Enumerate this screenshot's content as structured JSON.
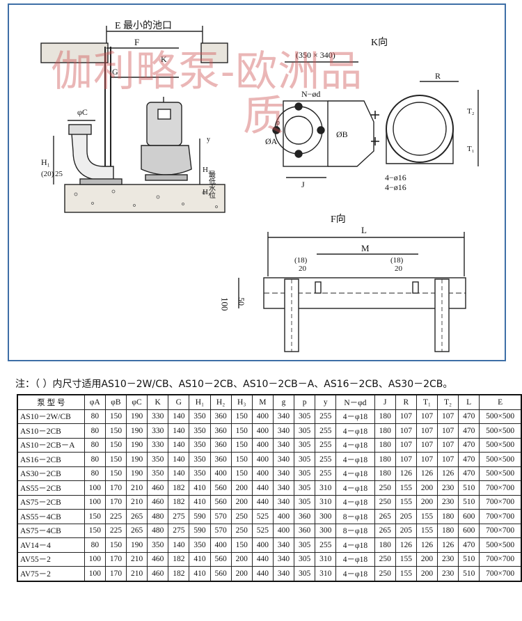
{
  "watermark": {
    "line1": "伽利略泵-欧洲品",
    "line2": "质"
  },
  "drawing": {
    "labels": {
      "e_min_pool": "E 最小的池口",
      "f": "F",
      "k": "K",
      "g": "G",
      "phi_c": "φC",
      "phi_a": "ØA",
      "phi_b": "ØB",
      "h1": "H₁",
      "h2": "H₂",
      "h3": "H₃",
      "twenty_paren": "(20)",
      "twenty_five": "25",
      "min_water": "最低水位",
      "y": "y",
      "p": "p",
      "k_view": "K向",
      "size_350_340": "(350 × 340)",
      "n_phi_d": "N−ød",
      "r": "R",
      "t1": "T₁",
      "t2": "T₂",
      "j": "J",
      "bolt1": "4−ø16",
      "bolt2": "4−ø16",
      "f_view": "F向",
      "l": "L",
      "m": "M",
      "eighteen_left": "(18)",
      "twenty_left": "20",
      "eighteen_right": "(18)",
      "twenty_right": "20",
      "hundred": "100",
      "fifty": "50"
    }
  },
  "note": "注：（    ）内尺寸适用AS10－2W/CB、AS10－2CB、AS10－2CB－A、AS16－2CB、AS30－2CB。",
  "table": {
    "headers": [
      "泵 型 号",
      "φA",
      "φB",
      "φC",
      "K",
      "G",
      "H₁",
      "H₂",
      "H₃",
      "M",
      "g",
      "p",
      "y",
      "N－φd",
      "J",
      "R",
      "T₁",
      "T₂",
      "L",
      "E"
    ],
    "rows": [
      [
        "AS10－2W/CB",
        "80",
        "150",
        "190",
        "330",
        "140",
        "350",
        "360",
        "150",
        "400",
        "340",
        "305",
        "255",
        "4－φ18",
        "180",
        "107",
        "107",
        "107",
        "470",
        "500×500"
      ],
      [
        "AS10－2CB",
        "80",
        "150",
        "190",
        "330",
        "140",
        "350",
        "360",
        "150",
        "400",
        "340",
        "305",
        "255",
        "4－φ18",
        "180",
        "107",
        "107",
        "107",
        "470",
        "500×500"
      ],
      [
        "AS10－2CB－A",
        "80",
        "150",
        "190",
        "330",
        "140",
        "350",
        "360",
        "150",
        "400",
        "340",
        "305",
        "255",
        "4－φ18",
        "180",
        "107",
        "107",
        "107",
        "470",
        "500×500"
      ],
      [
        "AS16－2CB",
        "80",
        "150",
        "190",
        "350",
        "140",
        "350",
        "360",
        "150",
        "400",
        "340",
        "305",
        "255",
        "4－φ18",
        "180",
        "107",
        "107",
        "107",
        "470",
        "500×500"
      ],
      [
        "AS30－2CB",
        "80",
        "150",
        "190",
        "350",
        "140",
        "350",
        "400",
        "150",
        "400",
        "340",
        "305",
        "255",
        "4－φ18",
        "180",
        "126",
        "126",
        "126",
        "470",
        "500×500"
      ],
      [
        "AS55－2CB",
        "100",
        "170",
        "210",
        "460",
        "182",
        "410",
        "560",
        "200",
        "440",
        "340",
        "305",
        "310",
        "4－φ18",
        "250",
        "155",
        "200",
        "230",
        "510",
        "700×700"
      ],
      [
        "AS75－2CB",
        "100",
        "170",
        "210",
        "460",
        "182",
        "410",
        "560",
        "200",
        "440",
        "340",
        "305",
        "310",
        "4－φ18",
        "250",
        "155",
        "200",
        "230",
        "510",
        "700×700"
      ],
      [
        "AS55－4CB",
        "150",
        "225",
        "265",
        "480",
        "275",
        "590",
        "570",
        "250",
        "525",
        "400",
        "360",
        "300",
        "8－φ18",
        "265",
        "205",
        "155",
        "180",
        "600",
        "700×700"
      ],
      [
        "AS75－4CB",
        "150",
        "225",
        "265",
        "480",
        "275",
        "590",
        "570",
        "250",
        "525",
        "400",
        "360",
        "300",
        "8－φ18",
        "265",
        "205",
        "155",
        "180",
        "600",
        "700×700"
      ],
      [
        "AV14－4",
        "80",
        "150",
        "190",
        "350",
        "140",
        "350",
        "400",
        "150",
        "400",
        "340",
        "305",
        "255",
        "4－φ18",
        "180",
        "126",
        "126",
        "126",
        "470",
        "500×500"
      ],
      [
        "AV55－2",
        "100",
        "170",
        "210",
        "460",
        "182",
        "410",
        "560",
        "200",
        "440",
        "340",
        "305",
        "310",
        "4－φ18",
        "250",
        "155",
        "200",
        "230",
        "510",
        "700×700"
      ],
      [
        "AV75－2",
        "100",
        "170",
        "210",
        "460",
        "182",
        "410",
        "560",
        "200",
        "440",
        "340",
        "305",
        "310",
        "4－φ18",
        "250",
        "155",
        "200",
        "230",
        "510",
        "700×700"
      ]
    ]
  }
}
